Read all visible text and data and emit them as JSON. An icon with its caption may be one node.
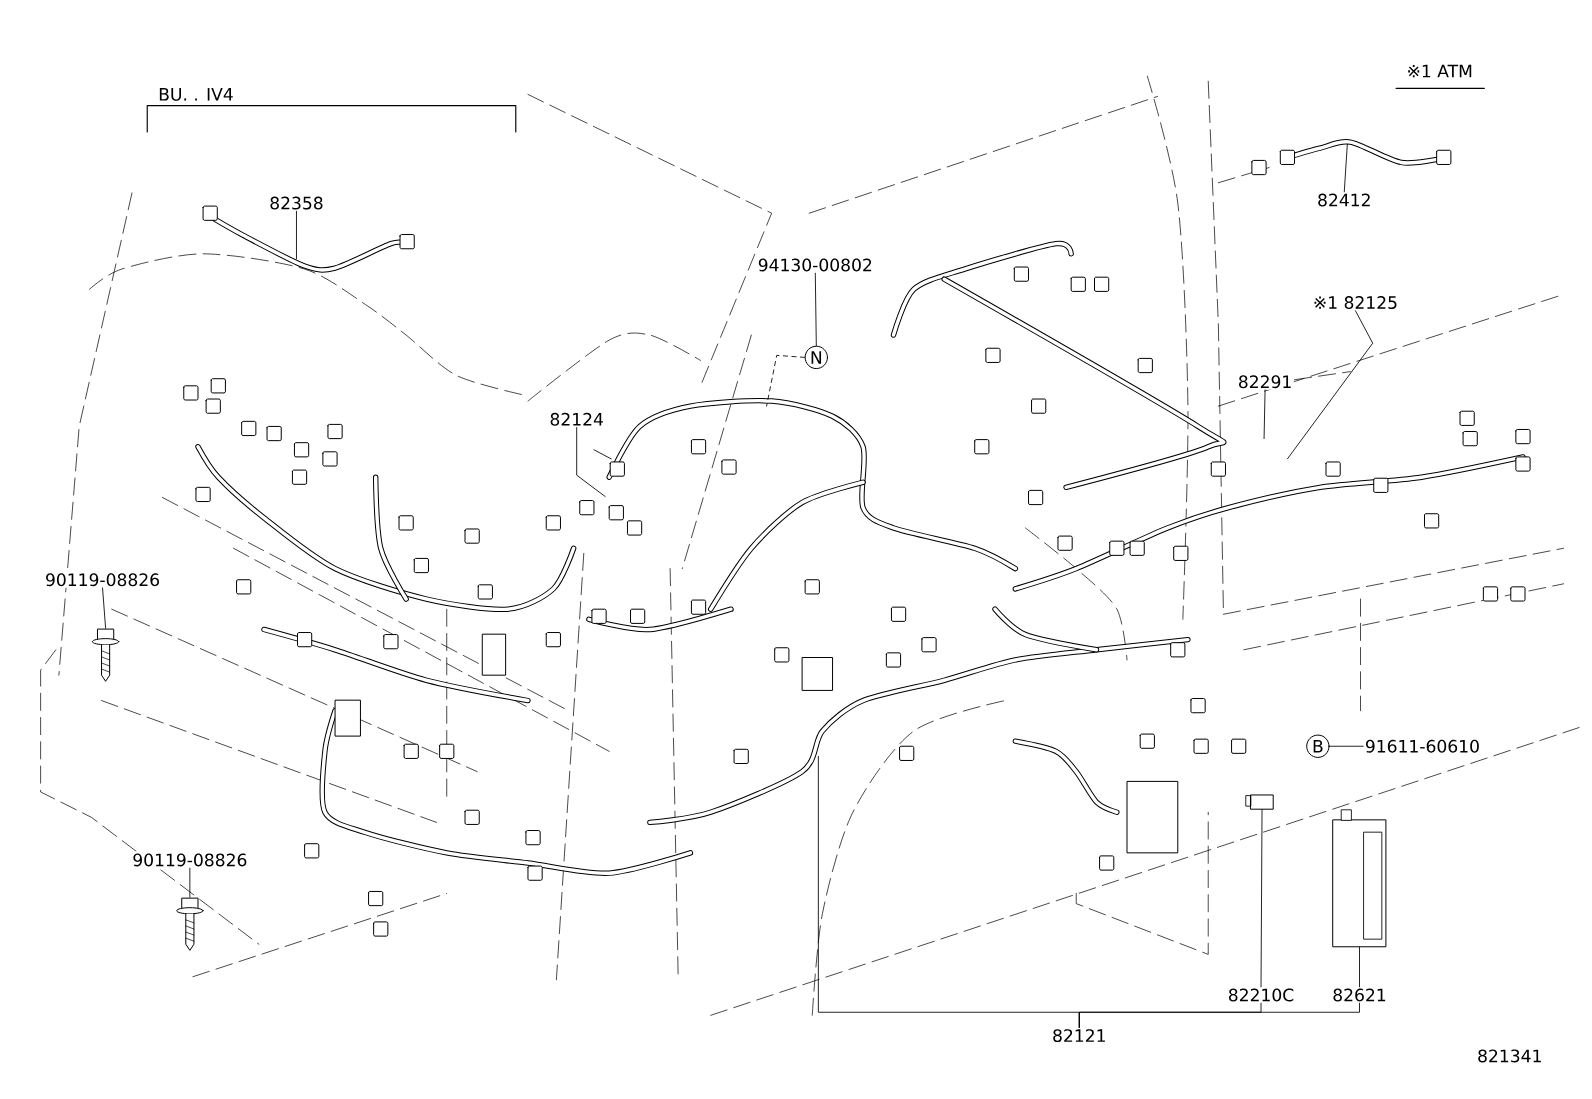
{
  "diagram": {
    "nodes": [
      {
        "text": [
          "82358"
        ]
      },
      {
        "text": [
          "94130-00802"
        ]
      },
      {
        "text": [
          "N"
        ]
      },
      {
        "text": [
          "82124"
        ]
      },
      {
        "text": [
          "82412"
        ]
      },
      {
        "text": [
          "※1 82125"
        ]
      },
      {
        "text": [
          "82291"
        ]
      },
      {
        "text": [
          "90119-08826"
        ]
      },
      {
        "text": [
          "B"
        ]
      },
      {
        "text": [
          "91611-60610"
        ]
      },
      {
        "text": [
          "90119-08826"
        ]
      },
      {
        "text": [
          "82210C"
        ]
      },
      {
        "text": [
          "82621"
        ]
      },
      {
        "text": [
          "82121"
        ]
      },
      {
        "text": [],
        "shape": "picture"
      },
      {
        "text": [],
        "shape": "picture"
      },
      {
        "text": [],
        "shape": "box"
      },
      {
        "text": [],
        "shape": "box"
      }
    ],
    "edges": [
      {
        "from": 0,
        "to": null,
        "arrow": "none"
      },
      {
        "from": 1,
        "to": 2,
        "arrow": "none"
      },
      {
        "from": 2,
        "to": null,
        "arrow": "none",
        "style": "dashed"
      },
      {
        "from": 3,
        "to": null,
        "arrow": "none"
      },
      {
        "from": 4,
        "to": null,
        "arrow": "none"
      },
      {
        "from": 5,
        "to": null,
        "arrow": "none"
      },
      {
        "from": 6,
        "to": null,
        "arrow": "none"
      },
      {
        "from": 7,
        "to": 14,
        "arrow": "none"
      },
      {
        "from": 8,
        "to": 9,
        "arrow": "none"
      },
      {
        "from": 10,
        "to": 15,
        "arrow": "none"
      },
      {
        "from": 11,
        "to": 17,
        "arrow": "none"
      },
      {
        "from": 12,
        "to": 16,
        "arrow": "none"
      },
      {
        "from": 13,
        "to": null,
        "arrow": "none"
      },
      {
        "from": 13,
        "to": 11,
        "arrow": "none"
      },
      {
        "from": 13,
        "to": 12,
        "arrow": "none"
      }
    ],
    "labels": [
      "BU. . IV4",
      "※1 ATM",
      "821341"
    ]
  }
}
